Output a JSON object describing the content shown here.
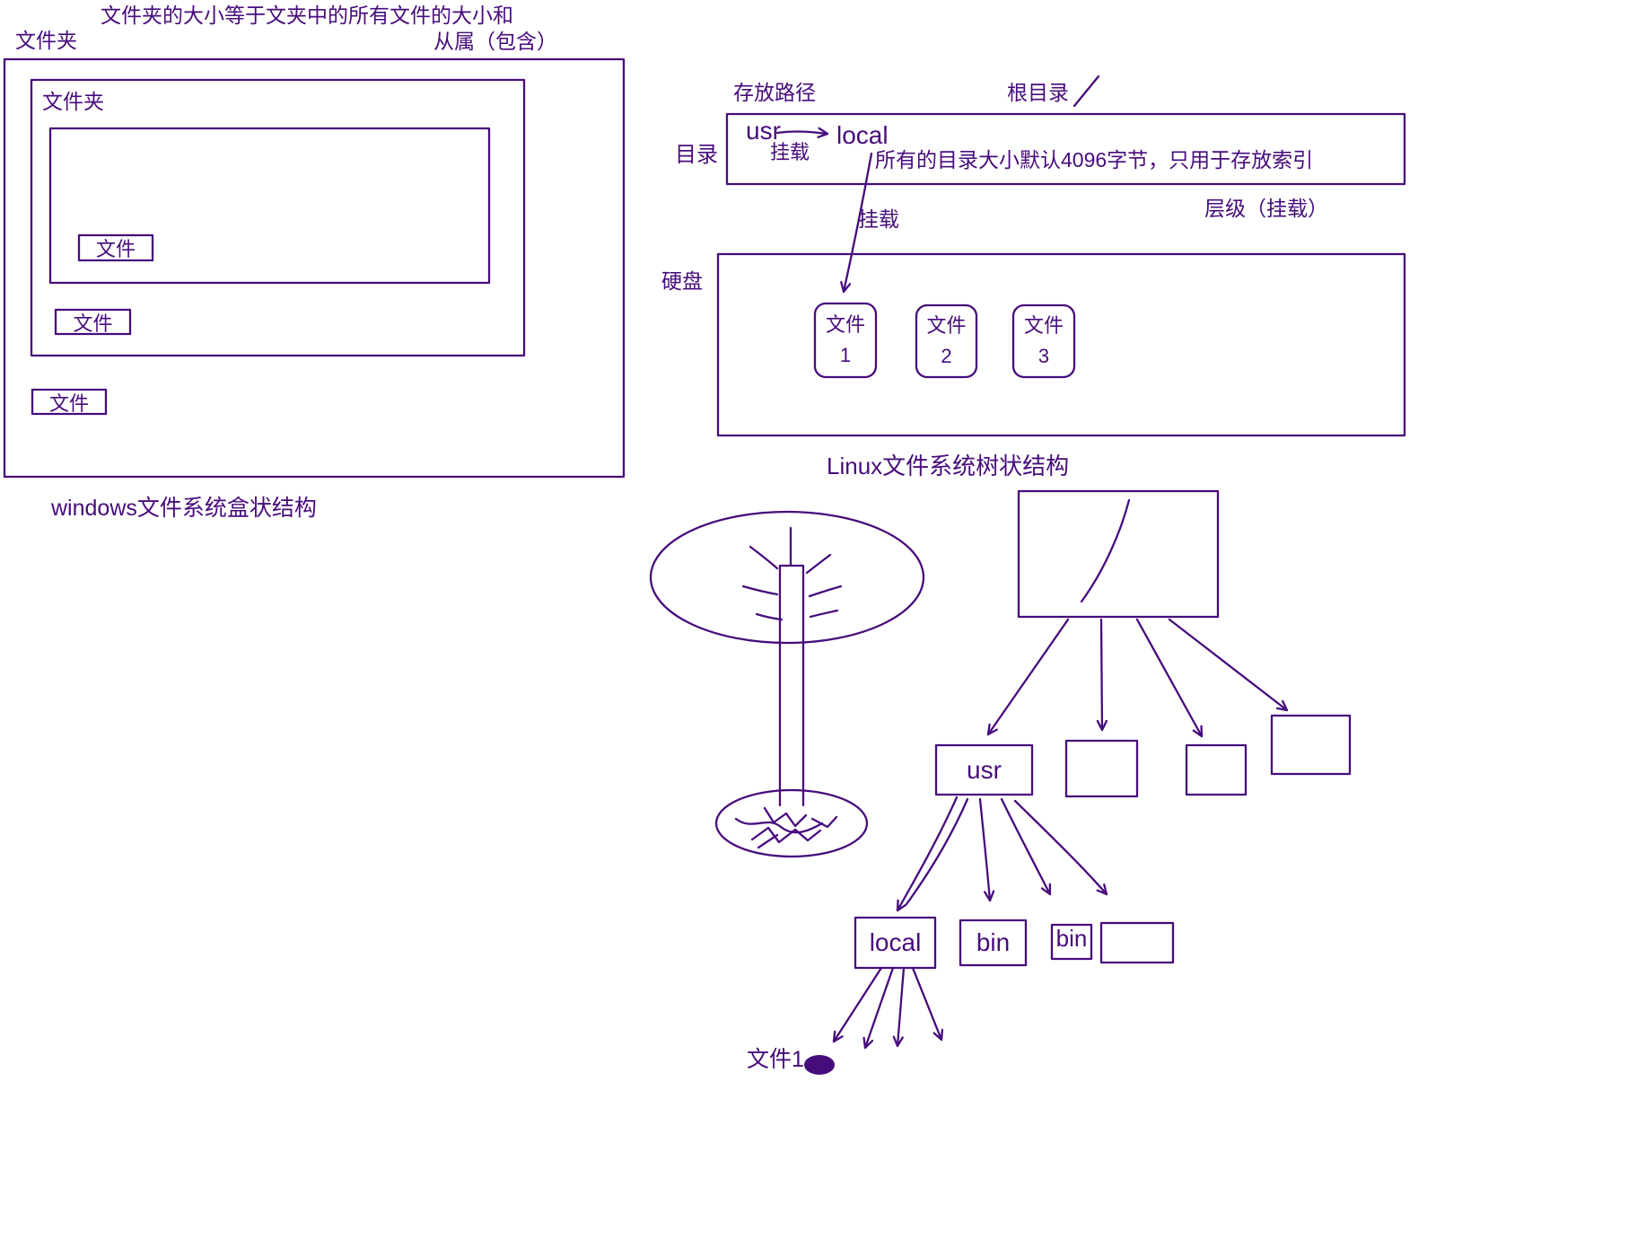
{
  "ink_color": "#470c7c",
  "windows": {
    "note": "文件夹的大小等于文夹中的所有文件的大小和",
    "outer_folder_label": "文件夹",
    "relation_label": "从属（包含）",
    "inner_folder_label": "文件夹",
    "file_labels": [
      "文件",
      "文件",
      "文件"
    ],
    "caption": "windows文件系统盒状结构"
  },
  "linux": {
    "storage_path_label": "存放路径",
    "root_dir_label": "根目录",
    "directory_label": "目录",
    "usr_label": "usr",
    "mount_label_top": "挂载",
    "local_label": "local",
    "size_note": "所有的目录大小默认4096字节，只用于存放索引",
    "mount_label_mid": "挂载",
    "hierarchy_label": "层级（挂载）",
    "disk_label": "硬盘",
    "files": [
      {
        "name": "文件",
        "num": "1"
      },
      {
        "name": "文件",
        "num": "2"
      },
      {
        "name": "文件",
        "num": "3"
      }
    ],
    "caption": "Linux文件系统树状结构"
  },
  "tree": {
    "usr_label": "usr",
    "local_label": "local",
    "bin_label_1": "bin",
    "bin_label_2": "bin",
    "file1_label": "文件1"
  }
}
